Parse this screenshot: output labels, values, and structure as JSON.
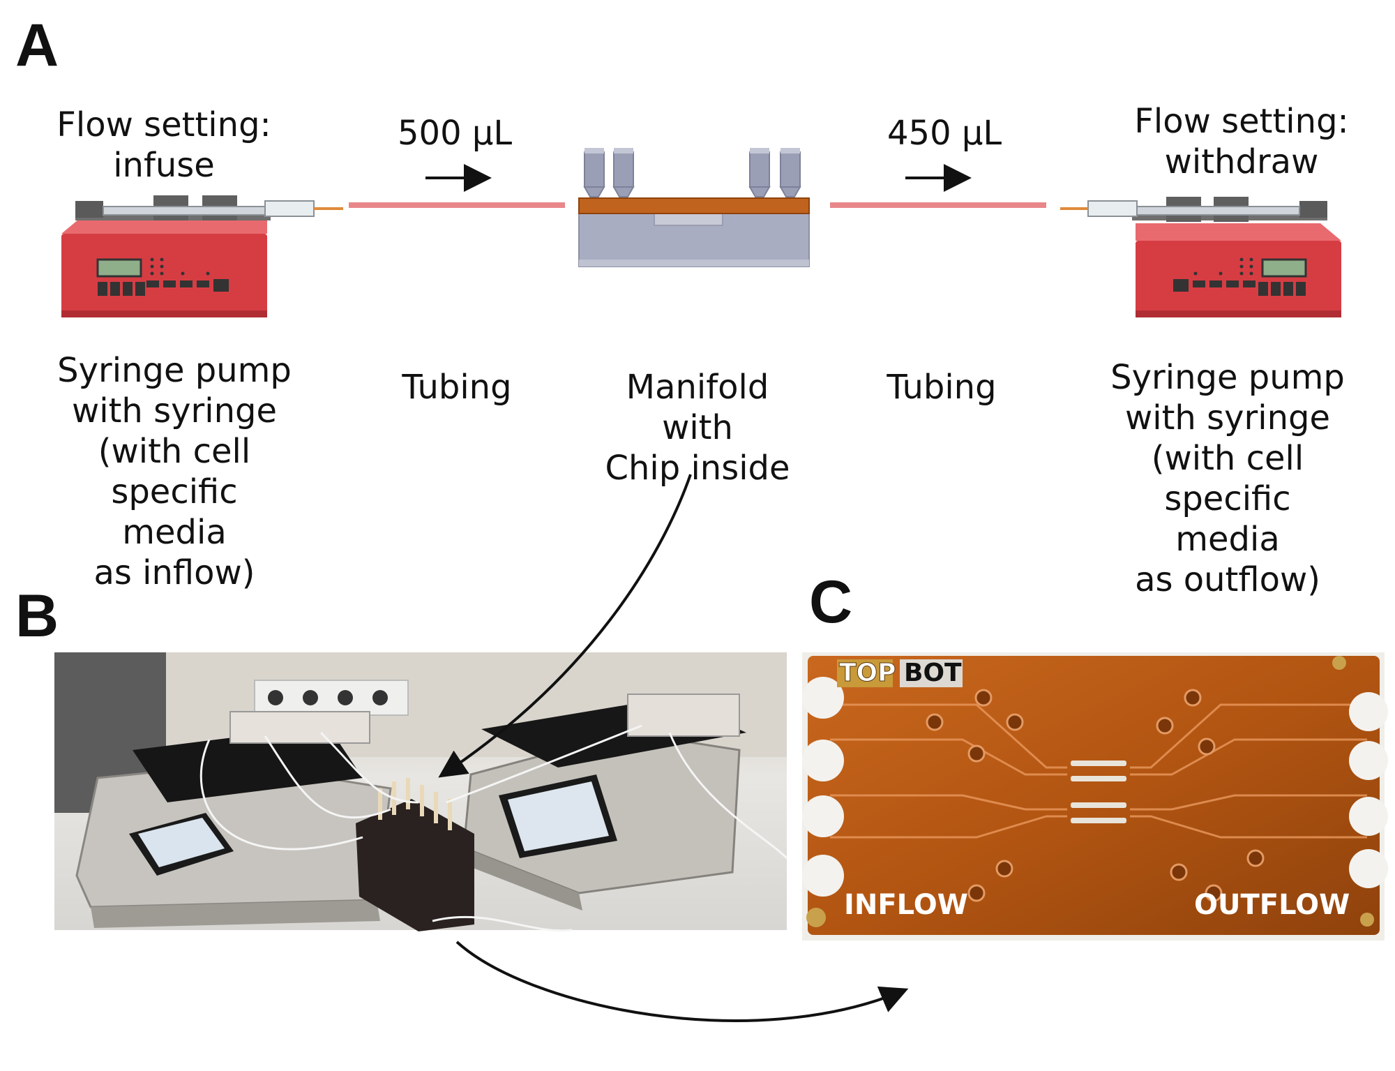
{
  "panels": {
    "a": {
      "letter": "A",
      "left_setting": "Flow setting:\ninfuse",
      "right_setting": "Flow setting:\nwithdraw",
      "left_volume": "500 µL",
      "right_volume": "450 µL",
      "left_pump_label": "Syringe pump\nwith syringe\n(with cell\nspecific media\nas inflow)",
      "left_tubing_label": "Tubing",
      "manifold_label": "Manifold with\nChip inside",
      "right_tubing_label": "Tubing",
      "right_pump_label": "Syringe pump\nwith syringe\n(with cell\nspecific media\nas outflow)"
    },
    "b": {
      "letter": "B"
    },
    "c": {
      "letter": "C",
      "tag_top": "TOP",
      "tag_bot": "BOT",
      "inflow": "INFLOW",
      "outflow": "OUTFLOW"
    }
  },
  "colors": {
    "pump_red": "#e0474c",
    "tubing_pink": "#e8878a",
    "chip_orange": "#b85a1a",
    "manifold_grey": "#a9adc2"
  }
}
